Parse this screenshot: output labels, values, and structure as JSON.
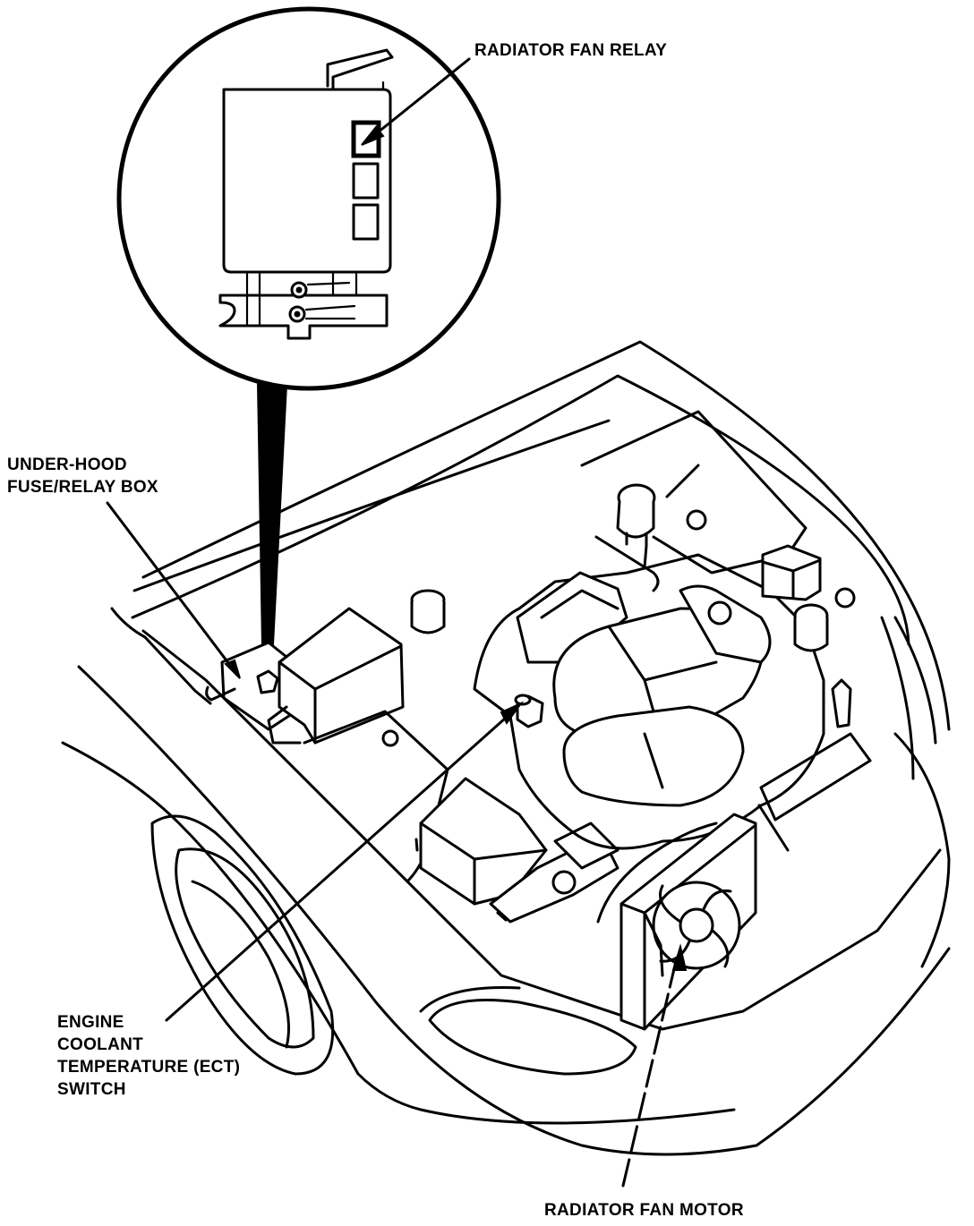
{
  "labels": {
    "radiator_fan_relay": "RADIATOR FAN RELAY",
    "fuse_box_line1": "UNDER-HOOD",
    "fuse_box_line2": "FUSE/RELAY BOX",
    "ect_line1": "ENGINE",
    "ect_line2": "COOLANT",
    "ect_line3": "TEMPERATURE (ECT)",
    "ect_line4": "SWITCH",
    "radiator_fan_motor": "RADIATOR FAN MOTOR"
  },
  "colors": {
    "ink": "#000000",
    "paper": "#ffffff"
  }
}
